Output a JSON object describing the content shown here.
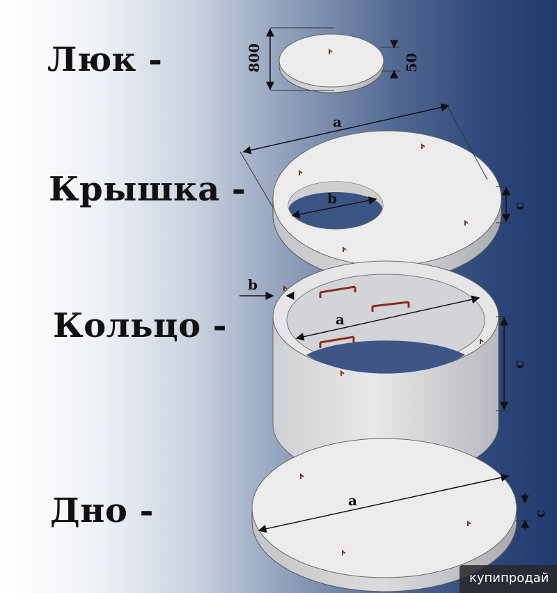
{
  "labels": {
    "hatch": "Люк -",
    "cover": "Крышка -",
    "ring": "Кольцо -",
    "bottom": "Дно -"
  },
  "dimensions": {
    "hatch_diameter": "800",
    "hatch_thickness": "50",
    "cover_a": "a",
    "cover_b": "b",
    "cover_c": "c",
    "ring_b": "b",
    "ring_a": "a",
    "ring_c": "c",
    "bottom_a": "a",
    "bottom_c": "c"
  },
  "watermark": "купипродай",
  "colors": {
    "concrete": "#ececec",
    "rebar": "#8b2a1a",
    "background_left": "#ffffff",
    "background_right": "#213b70"
  }
}
